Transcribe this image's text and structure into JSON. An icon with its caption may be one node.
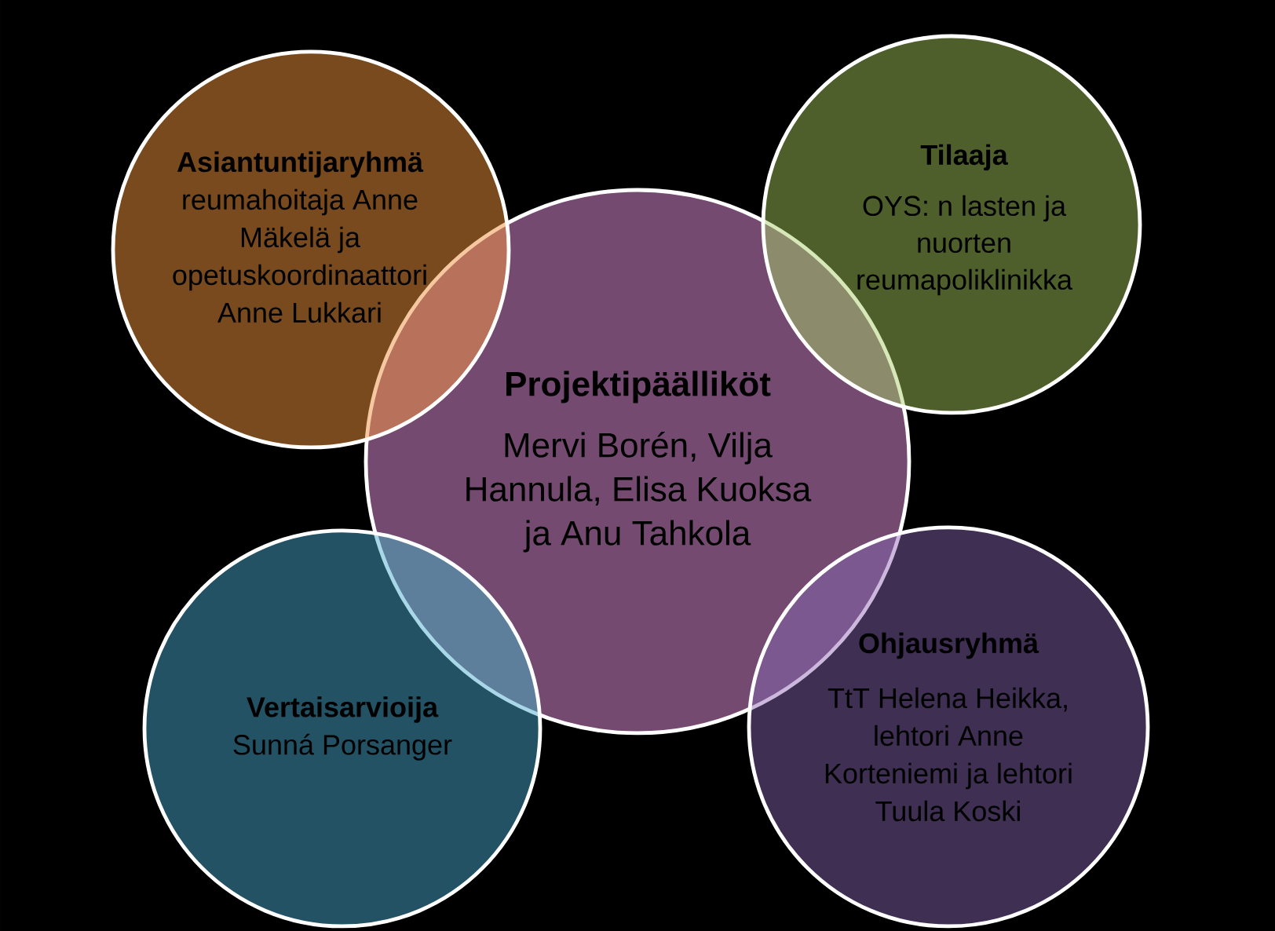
{
  "diagram": {
    "nodes": [
      {
        "text": [
          "Asiantuntijaryhmä",
          "reumahoitaja Anne Mäkelä ja opetuskoordinaattori Anne Lukkari"
        ]
      },
      {
        "text": [
          "Tilaaja",
          "OYS: n lasten ja nuorten reumapoliklinikka"
        ]
      },
      {
        "text": [
          "Projektipäälliköt",
          "Mervi Borén, Vilja Hannula, Elisa Kuoksa ja Anu Tahkola"
        ]
      },
      {
        "text": [
          "Vertaisarvioija",
          "Sunná Porsanger"
        ]
      },
      {
        "text": [
          "Ohjausryhmä",
          "TtT Helena Heikka, lehtori Anne Korteniemi ja lehtori Tuula Koski"
        ]
      }
    ]
  }
}
